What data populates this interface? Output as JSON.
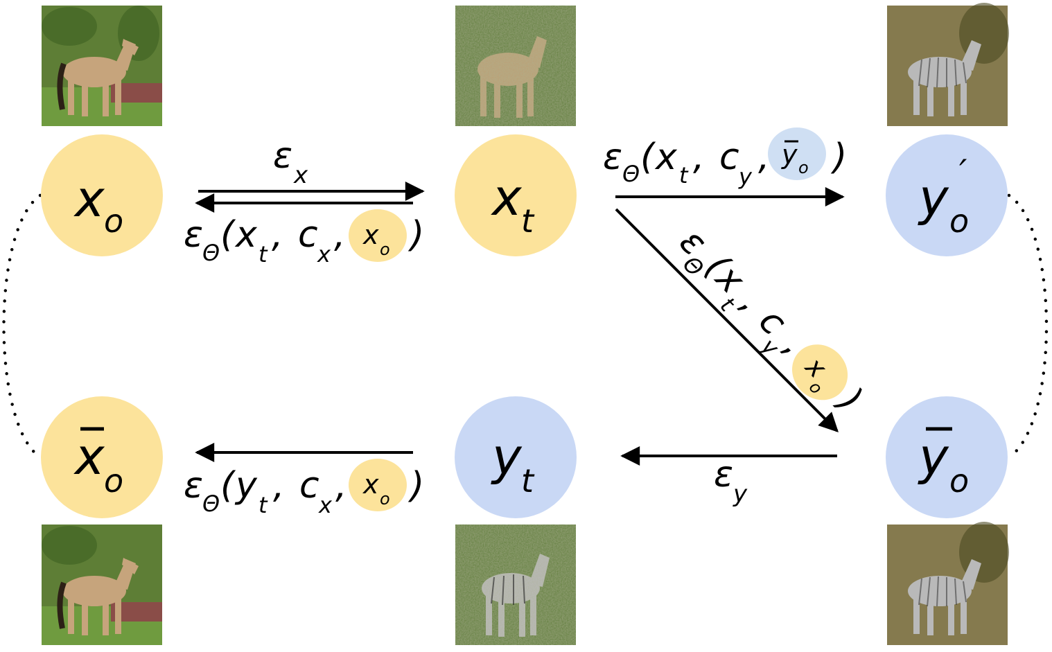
{
  "colors": {
    "source_node": "#fce39b",
    "target_node": "#c9d8f5",
    "target_node_light": "#cfdff3",
    "ink": "#000000",
    "horse_coat": "#c6a47c",
    "zebra_coat": "#b9b9b9",
    "foliage": "#5e7e36",
    "dry_ground": "#857a4e",
    "grass": "#6f9b3f"
  },
  "icons": {
    "source_image": "horse-photo",
    "noisy_source_image": "noisy-horse-photo",
    "edited_image": "zebra-photo",
    "noisy_edited_image": "noisy-zebra-photo"
  },
  "nodes": {
    "x0": {
      "base": "x",
      "sub": "o"
    },
    "xt": {
      "base": "x",
      "sub": "t"
    },
    "y0p": {
      "base": "y",
      "sub": "o",
      "sup": "′"
    },
    "x0bar": {
      "base": "x",
      "sub": "o"
    },
    "yt": {
      "base": "y",
      "sub": "t"
    },
    "y0bar": {
      "base": "y",
      "sub": "o"
    }
  },
  "labels": {
    "enc_x": {
      "sym": "ε",
      "sub": "x"
    },
    "enc_y": {
      "sym": "ε",
      "sub": "y"
    },
    "eps": "ε",
    "theta": "Θ",
    "open_paren": "(",
    "close_paren": ")",
    "comma": ",",
    "x": "x",
    "y": "y",
    "c": "c",
    "t": "t",
    "o": "o",
    "cx_sub": "x",
    "cy_sub": "y"
  }
}
